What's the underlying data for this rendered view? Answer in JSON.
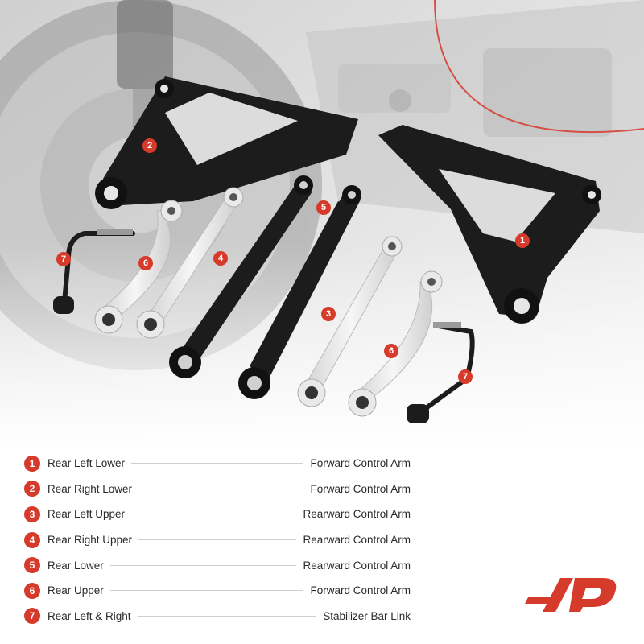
{
  "colors": {
    "accent": "#d63a2a",
    "arm_black": "#1c1c1c",
    "arm_silver": "#e9e9e9",
    "text": "#2a2a2a"
  },
  "callouts": [
    "2",
    "1",
    "7",
    "6",
    "4",
    "5",
    "3",
    "6",
    "7"
  ],
  "legend": [
    {
      "num": "1",
      "left": "Rear Left Lower",
      "right": "Forward Control Arm"
    },
    {
      "num": "2",
      "left": "Rear Right Lower",
      "right": "Forward Control Arm"
    },
    {
      "num": "3",
      "left": "Rear Left Upper",
      "right": "Rearward Control Arm"
    },
    {
      "num": "4",
      "left": "Rear Right Upper",
      "right": "Rearward Control Arm"
    },
    {
      "num": "5",
      "left": "Rear Lower",
      "right": "Rearward Control Arm"
    },
    {
      "num": "6",
      "left": "Rear Upper",
      "right": "Forward Control Arm"
    },
    {
      "num": "7",
      "left": "Rear Left & Right",
      "right": "Stabilizer Bar Link"
    }
  ],
  "logo": {
    "icon": "ap-logo-icon"
  }
}
